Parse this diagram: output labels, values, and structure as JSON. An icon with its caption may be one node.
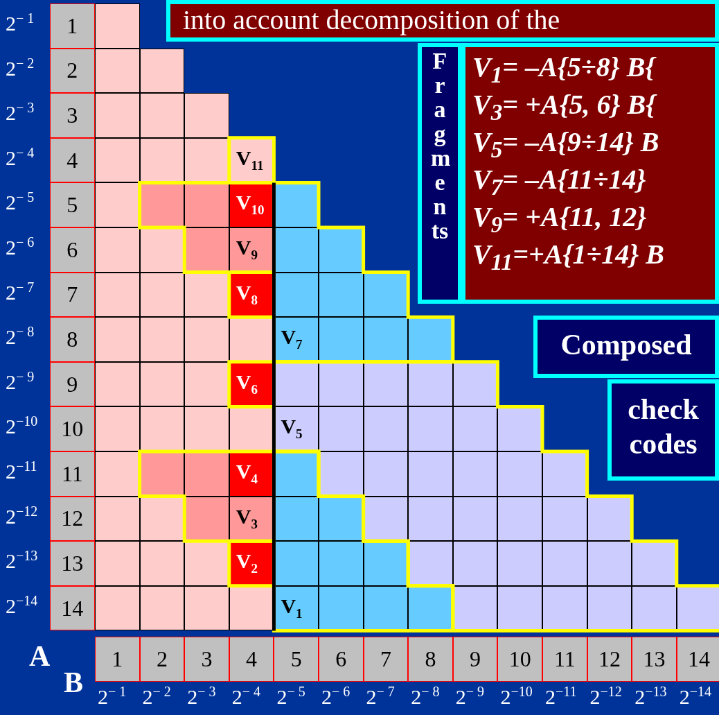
{
  "diagram": {
    "nodes": [
      {
        "text": [
          "into account decomposition of the"
        ]
      },
      {
        "text": [
          "Fragments"
        ]
      },
      {
        "text": [
          "V$_{1}$= –A{5÷8} B{",
          "V$_{3}$= +A{5, 6} B{",
          "V$_{5}$= –A{9÷14} B",
          "V$_{7}$= –A{11÷14}",
          "V$_{9}$= +A{11, 12}",
          "V$_{11}$=+A{1÷14} B"
        ]
      },
      {
        "text": [
          "Composed"
        ]
      },
      {
        "text": [
          "check codes"
        ]
      }
    ],
    "labels": [
      "2$^{− 1}$",
      "1",
      "2$^{− 2}$",
      "2",
      "2$^{− 3}$",
      "3",
      "2$^{− 4}$",
      "4",
      "V$_{11}$",
      "2$^{− 5}$",
      "5",
      "V$_{10}$",
      "2$^{− 6}$",
      "6",
      "V$_{9}$",
      "2$^{− 7}$",
      "7",
      "V$_{8}$",
      "2$^{− 8}$",
      "8",
      "V$_{7}$",
      "2$^{− 9}$",
      "9",
      "V$_{6}$",
      "2$^{−10}$",
      "10",
      "V$_{5}$",
      "2$^{−11}$",
      "11",
      "V$_{4}$",
      "2$^{−12}$",
      "12",
      "V$_{3}$",
      "2$^{−13}$",
      "13",
      "V$_{2}$",
      "2$^{−14}$",
      "14",
      "V$_{1}$",
      "A",
      "1",
      "2",
      "3",
      "4",
      "5",
      "6",
      "7",
      "8",
      "9",
      "10",
      "11",
      "12",
      "13",
      "14",
      "B",
      "2$^{− 1}$",
      "2$^{− 2}$",
      "2$^{− 3}$",
      "2$^{− 4}$",
      "2$^{− 5}$",
      "2$^{− 6}$",
      "2$^{− 7}$",
      "2$^{− 8}$",
      "2$^{− 9}$",
      "2$^{−10}$",
      "2$^{−11}$",
      "2$^{−12}$",
      "2$^{−13}$",
      "2$^{−14}$"
    ]
  }
}
